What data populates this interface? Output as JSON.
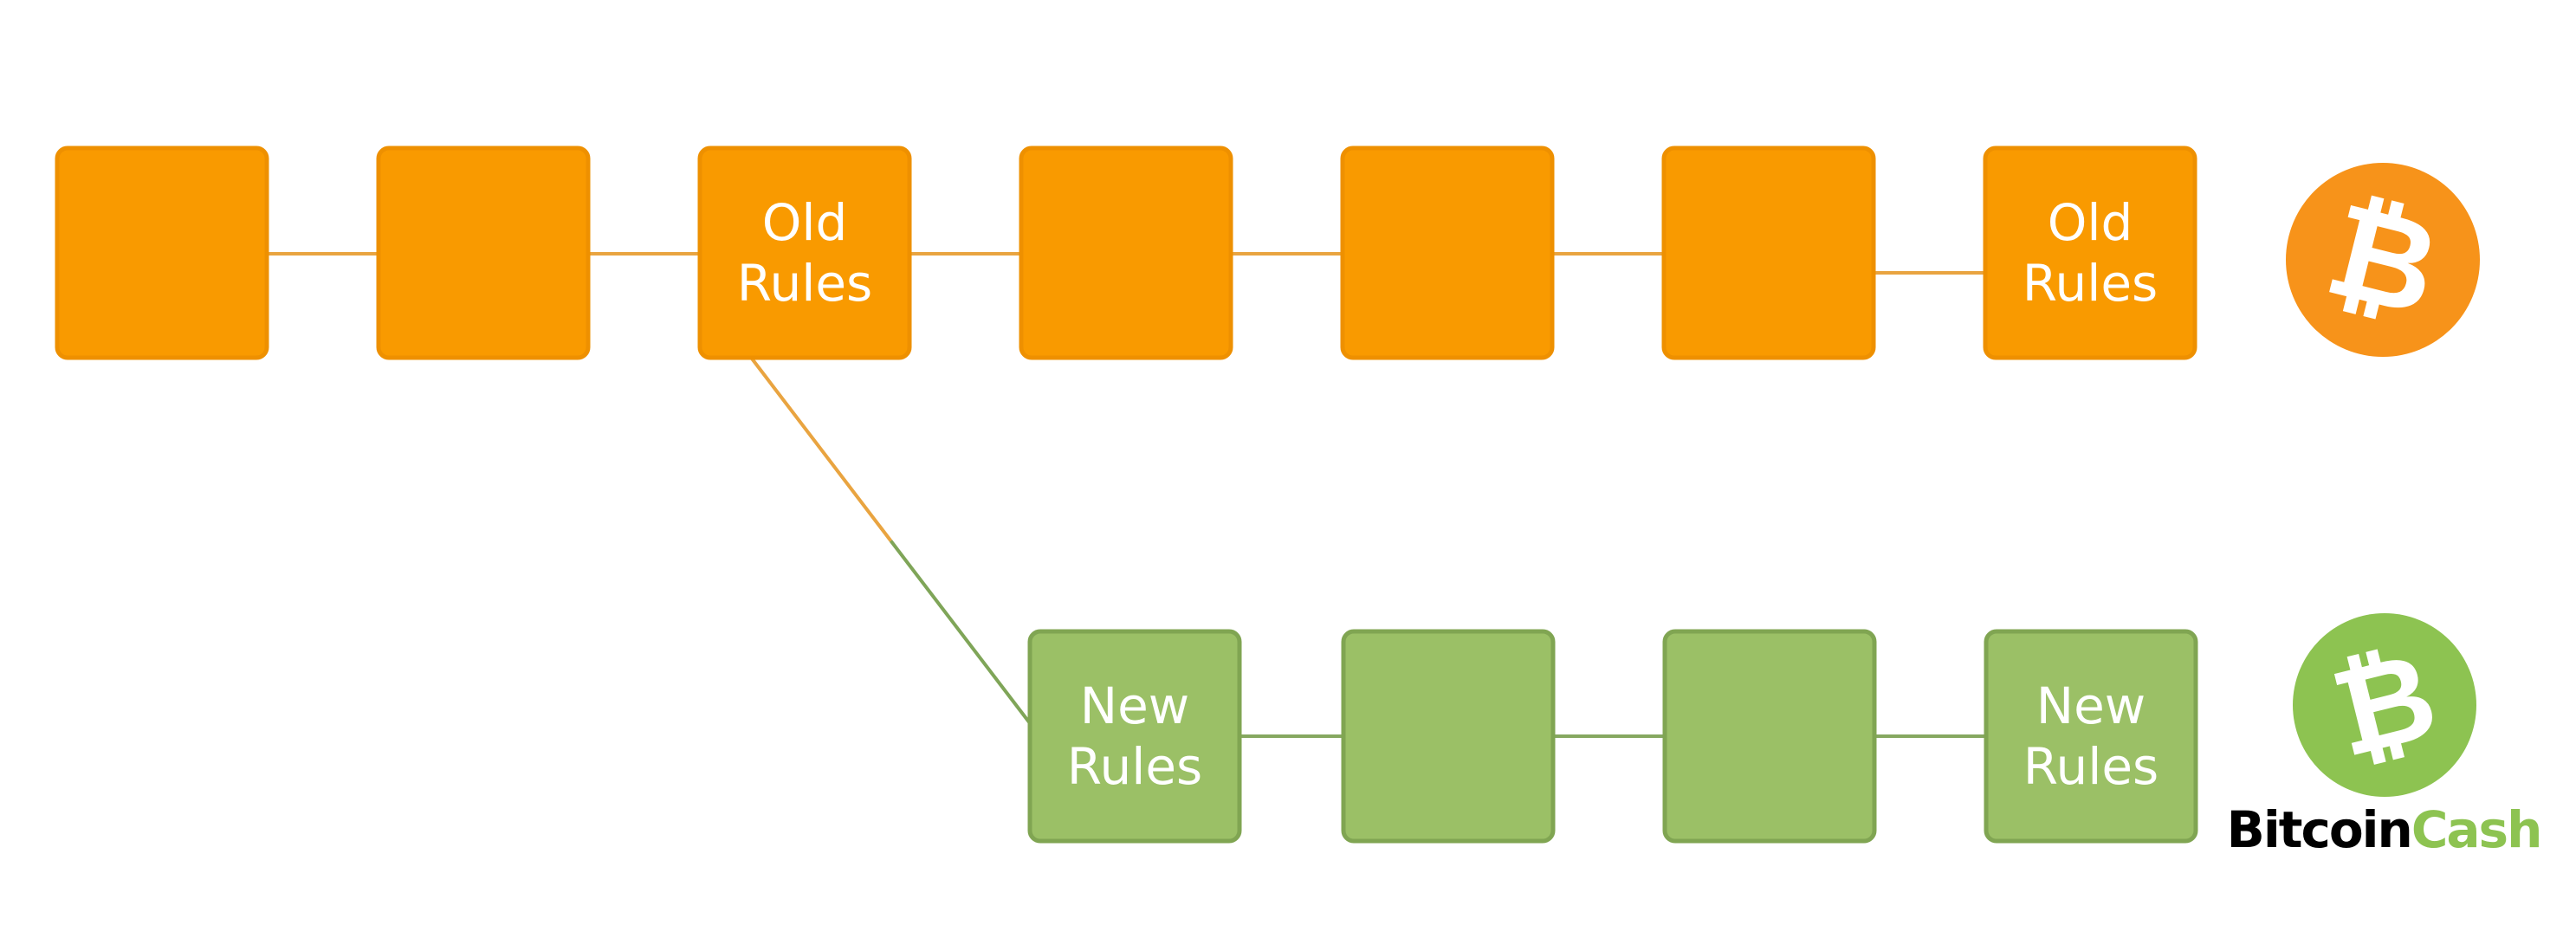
{
  "diagram": {
    "old_chain": {
      "color": "#F99A00",
      "border_color": "#EE9000",
      "link_color": "#E9A440",
      "blocks": [
        {
          "lines": []
        },
        {
          "lines": []
        },
        {
          "lines": [
            "Old",
            "Rules"
          ]
        },
        {
          "lines": []
        },
        {
          "lines": []
        },
        {
          "lines": []
        },
        {
          "lines": [
            "Old",
            "Rules"
          ]
        }
      ],
      "logo": {
        "icon": "bitcoin-logo-icon",
        "color": "#F7931A",
        "glyph": "₿"
      }
    },
    "new_chain": {
      "color": "#9BC066",
      "border_color": "#80A552",
      "link_color": "#86A860",
      "blocks": [
        {
          "lines": [
            "New",
            "Rules"
          ]
        },
        {
          "lines": []
        },
        {
          "lines": []
        },
        {
          "lines": [
            "New",
            "Rules"
          ]
        }
      ],
      "logo": {
        "icon": "bitcoin-cash-logo-icon",
        "color": "#8DC351",
        "glyph": "₿",
        "wordmark": {
          "part1": "Bitcoin",
          "part2": "Cash",
          "part1_color": "#000000",
          "part2_color": "#8DC351"
        }
      }
    },
    "fork_link": {
      "from_color": "#E9A440",
      "to_color": "#7FA558"
    }
  }
}
